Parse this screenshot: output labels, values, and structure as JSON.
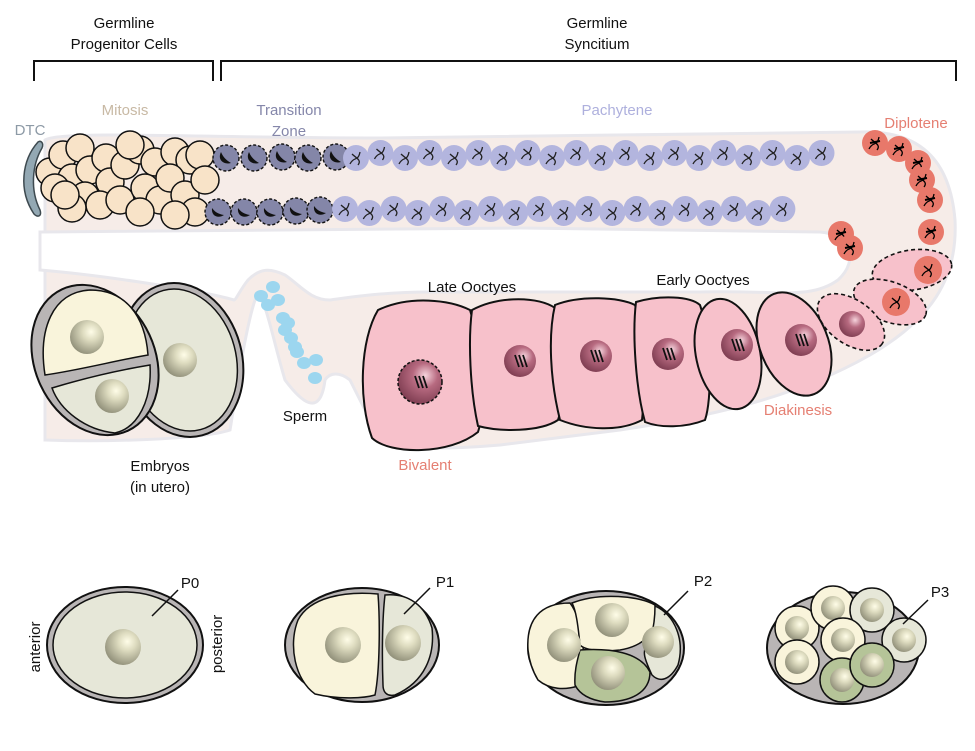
{
  "header": {
    "progenitor_label_line1": "Germline",
    "progenitor_label_line2": "Progenitor Cells",
    "syncitium_label_line1": "Germline",
    "syncitium_label_line2": "Syncitium"
  },
  "stages": {
    "dtc": "DTC",
    "mitosis": "Mitosis",
    "transition_line1": "Transition",
    "transition_line2": "Zone",
    "pachytene": "Pachytene",
    "diplotene": "Diplotene",
    "diakinesis": "Diakinesis",
    "bivalent": "Bivalent",
    "late_oocytes": "Late Ooctyes",
    "early_oocytes": "Early Ooctyes",
    "sperm": "Sperm",
    "embryos_line1": "Embryos",
    "embryos_line2": "(in utero)"
  },
  "embryo_stages": {
    "anterior": "anterior",
    "posterior": "posterior",
    "labels": [
      "P0",
      "P1",
      "P2",
      "P3"
    ]
  },
  "colors": {
    "gonad_bg": "#f6ece8",
    "gonad_edge": "#e6e6ec",
    "mitosis": "#f8e3c8",
    "mitosis_text": "#c8b9a4",
    "transition": "#8486a8",
    "transition_text": "#8587aa",
    "pachytene": "#b3b5de",
    "pachytene_text": "#aeb0dd",
    "diplotene": "#e8786a",
    "diplotene_text": "#e57f72",
    "oocyte": "#f7c1cb",
    "nucleus": "#a4576c",
    "dtc": "#93a8b3",
    "sperm": "#9cd6ef",
    "eggshell": "#b9b5b5",
    "embryo_cream": "#f9f4db",
    "embryo_grey": "#e6e7d8",
    "embryo_green": "#b5c498"
  }
}
